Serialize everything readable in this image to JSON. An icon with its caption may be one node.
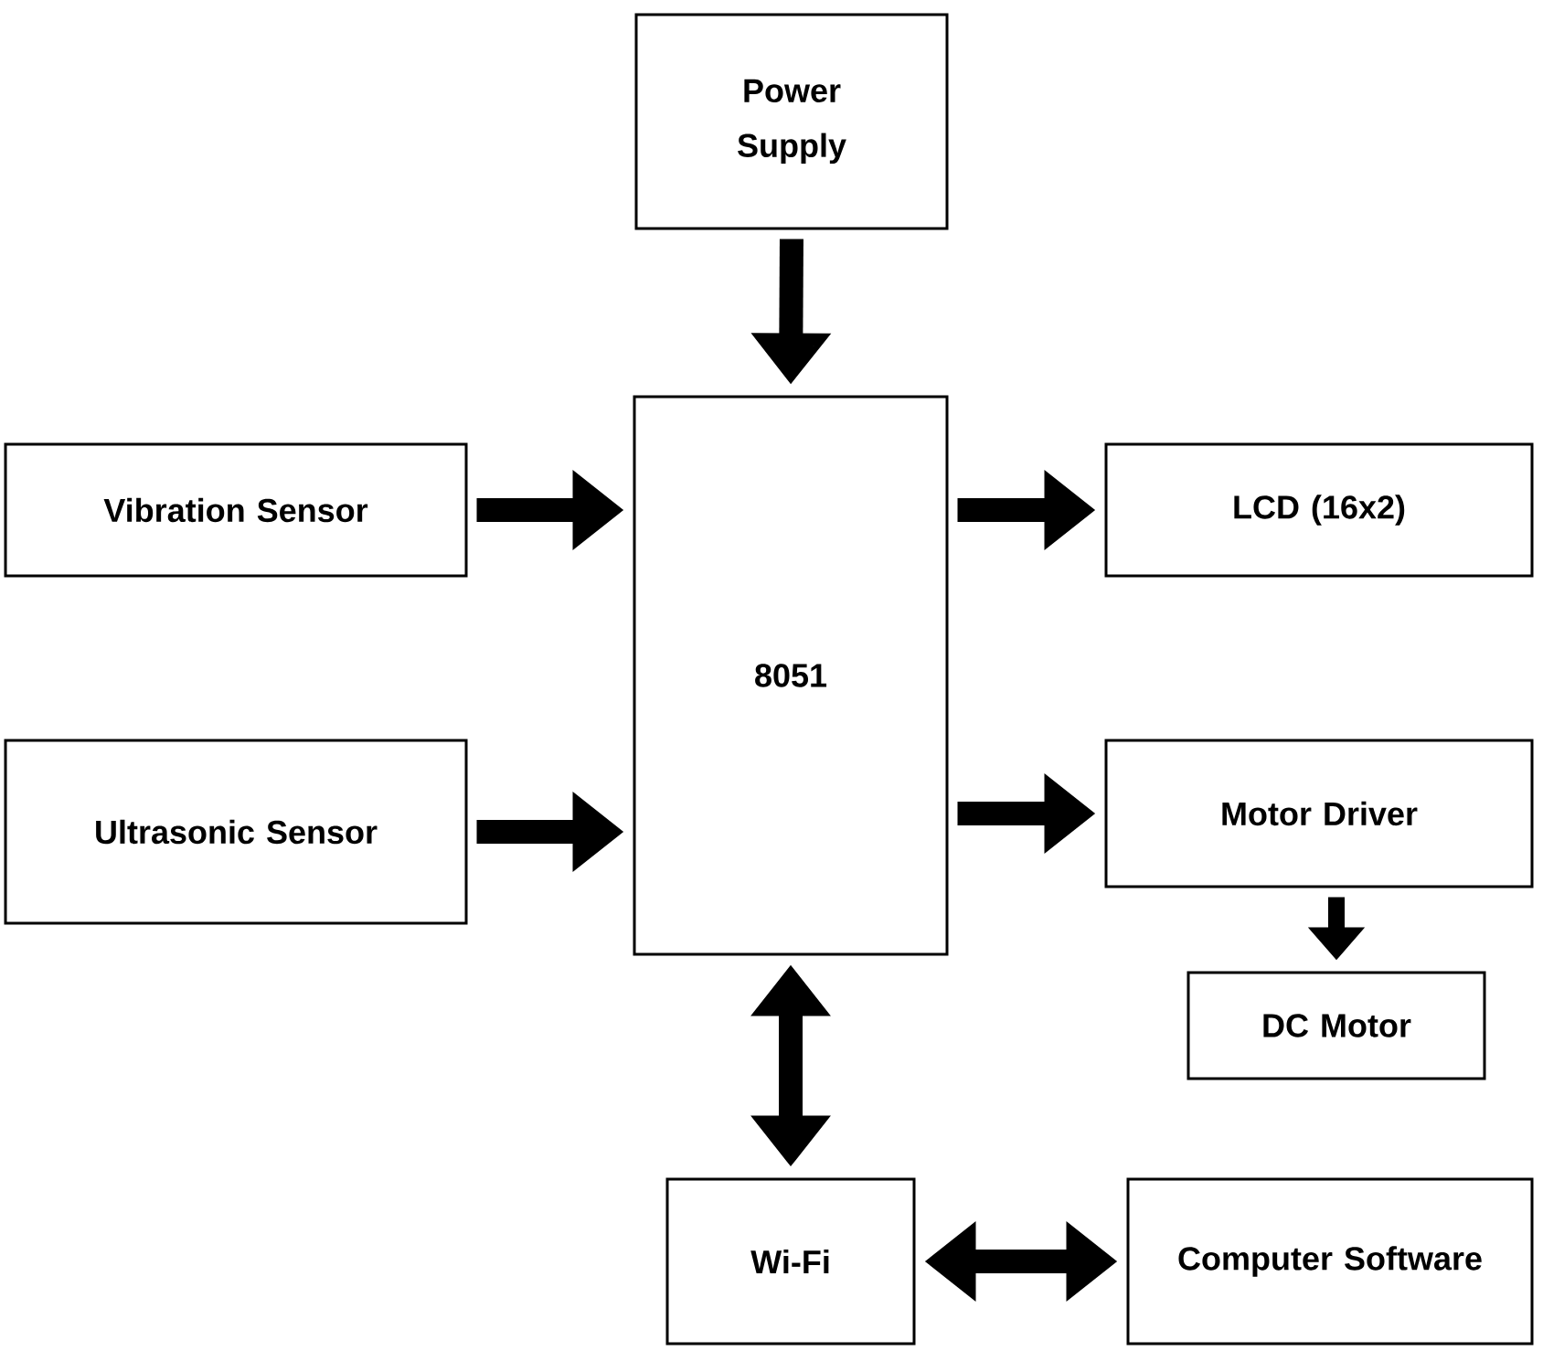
{
  "diagram": {
    "nodes": [
      {
        "text": [
          "Power Supply"
        ]
      },
      {
        "text": [
          "8051"
        ]
      },
      {
        "text": [
          "Vibration Sensor"
        ]
      },
      {
        "text": [
          "Ultrasonic Sensor"
        ]
      },
      {
        "text": [
          "LCD (16x2)"
        ]
      },
      {
        "text": [
          "Motor Driver"
        ]
      },
      {
        "text": [
          "DC Motor"
        ]
      },
      {
        "text": [
          "Wi-Fi"
        ]
      },
      {
        "text": [
          "Computer Software"
        ]
      }
    ],
    "edges": [
      {
        "from": 0,
        "to": 1,
        "arrow": "to"
      },
      {
        "from": 2,
        "to": 1,
        "arrow": "to"
      },
      {
        "from": 3,
        "to": 1,
        "arrow": "to"
      },
      {
        "from": 1,
        "to": 4,
        "arrow": "to"
      },
      {
        "from": 1,
        "to": 5,
        "arrow": "to"
      },
      {
        "from": 5,
        "to": 6,
        "arrow": "to"
      },
      {
        "from": 1,
        "to": 7,
        "arrow": "both"
      },
      {
        "from": 7,
        "to": 8,
        "arrow": "both"
      }
    ]
  }
}
